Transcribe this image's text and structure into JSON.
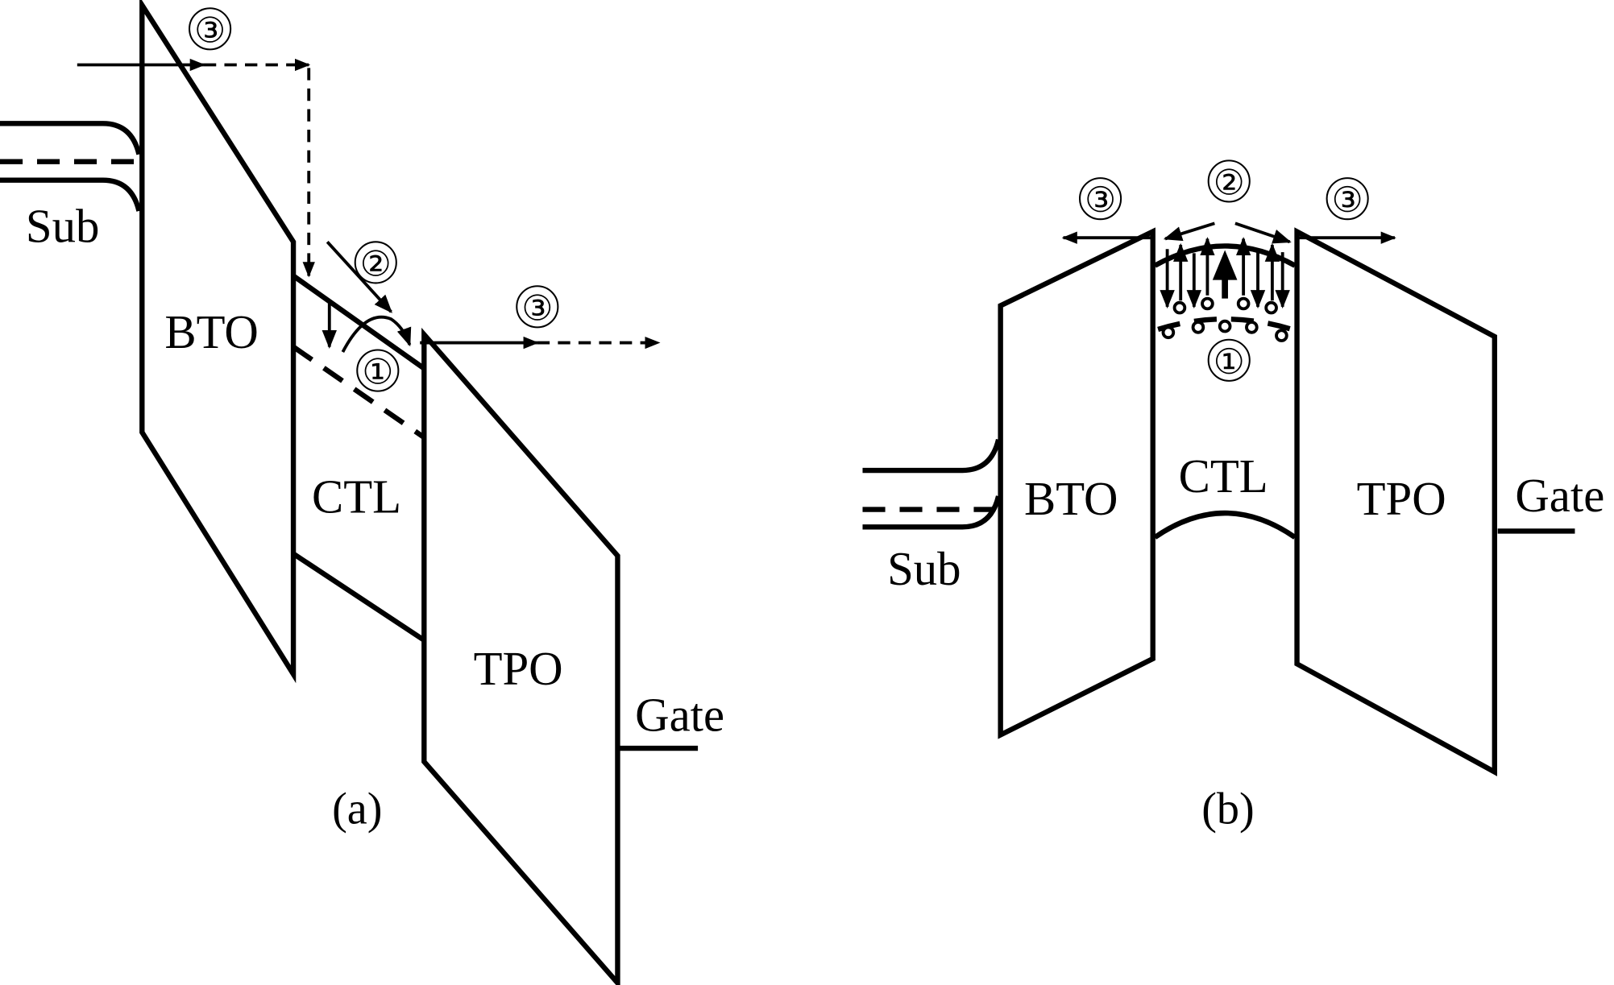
{
  "figure": {
    "panels": [
      {
        "id": "a",
        "caption": "(a)",
        "labels": {
          "substrate": "Sub",
          "bottom_oxide": "BTO",
          "charge_trap_layer": "CTL",
          "top_oxide": "TPO",
          "gate": "Gate"
        },
        "markers": {
          "m1": "①",
          "m2": "②",
          "m3_left": "③",
          "m3_right": "③"
        }
      },
      {
        "id": "b",
        "caption": "(b)",
        "labels": {
          "substrate": "Sub",
          "bottom_oxide": "BTO",
          "charge_trap_layer": "CTL",
          "top_oxide": "TPO",
          "gate": "Gate"
        },
        "markers": {
          "m1": "①",
          "m2": "②",
          "m3_left": "③",
          "m3_right": "③"
        }
      }
    ]
  }
}
